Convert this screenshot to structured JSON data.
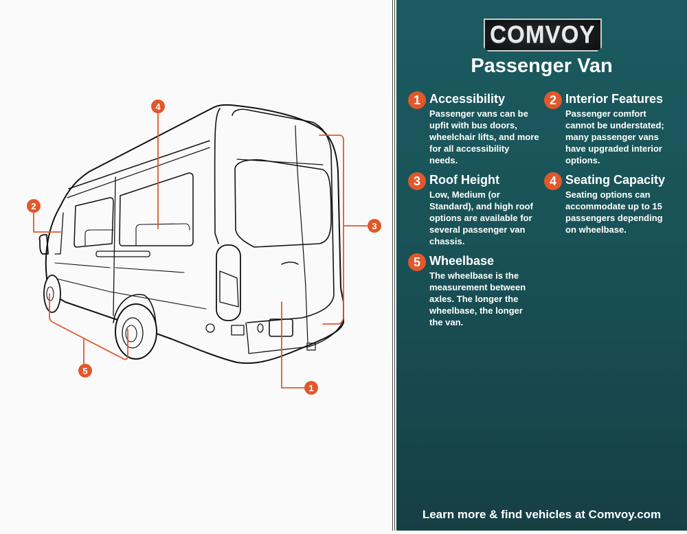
{
  "brand": {
    "logo_text": "COMVOY"
  },
  "title": "Passenger Van",
  "features": [
    {
      "number": "1",
      "title": "Accessibility",
      "description": "Passenger vans can be upfit with bus doors, wheelchair lifts, and more for all accessibility needs."
    },
    {
      "number": "2",
      "title": "Interior Features",
      "description": "Passenger comfort cannot be understated; many passenger vans have upgraded interior options."
    },
    {
      "number": "3",
      "title": "Roof Height",
      "description": "Low, Medium (or Standard), and high roof options are available for several passenger van chassis."
    },
    {
      "number": "4",
      "title": "Seating Capacity",
      "description": "Seating options can accommodate up to 15 passengers depending on wheelbase."
    },
    {
      "number": "5",
      "title": "Wheelbase",
      "description": "The wheelbase is the measurement between axles. The longer the wheelbase, the longer the van."
    }
  ],
  "footer": "Learn more & find vehicles at Comvoy.com",
  "colors": {
    "accent": "#e0582b",
    "panel": "#1b5b60",
    "line": "#111111"
  }
}
